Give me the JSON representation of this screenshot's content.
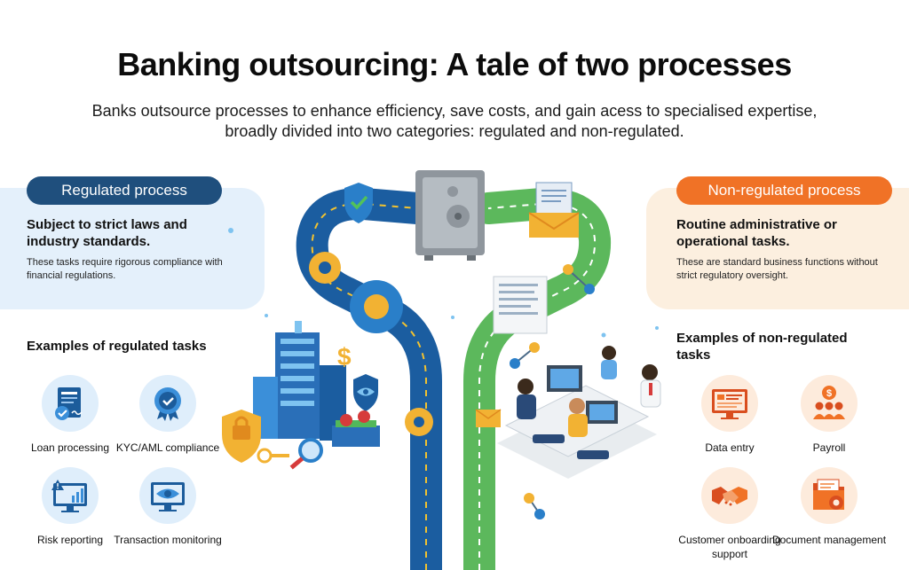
{
  "title": "Banking outsourcing: A tale of two processes",
  "subtitle": "Banks outsource processes to enhance efficiency, save costs, and gain acess to specialised expertise, broadly divided into two categories: regulated and non-regulated.",
  "regulated": {
    "label": "Regulated process",
    "heading": "Subject to strict laws and industry standards.",
    "description": "These tasks require rigorous compliance with financial regulations.",
    "examples_heading": "Examples of regulated tasks",
    "tasks": [
      {
        "label": "Loan processing",
        "icon": "loan-document-icon"
      },
      {
        "label": "KYC/AML compliance",
        "icon": "verified-badge-icon"
      },
      {
        "label": "Risk reporting",
        "icon": "risk-chart-icon"
      },
      {
        "label": "Transaction monitoring",
        "icon": "eye-monitor-icon"
      }
    ]
  },
  "non_regulated": {
    "label": "Non-regulated process",
    "heading": "Routine administrative or operational tasks.",
    "description": "These are standard business functions without strict regulatory oversight.",
    "examples_heading": "Examples of non-regulated tasks",
    "tasks": [
      {
        "label": "Data entry",
        "icon": "data-entry-icon"
      },
      {
        "label": "Payroll",
        "icon": "payroll-icon"
      },
      {
        "label": "Customer onboarding support",
        "icon": "handshake-icon"
      },
      {
        "label": "Document management",
        "icon": "document-gear-icon"
      }
    ]
  },
  "colors": {
    "regulated_accent": "#1f4f7d",
    "non_regulated_accent": "#f07226",
    "regulated_panel": "#e4f0fb",
    "non_regulated_panel": "#fcefdf",
    "road_blue": "#1b5da0",
    "road_green": "#5cb85c"
  }
}
